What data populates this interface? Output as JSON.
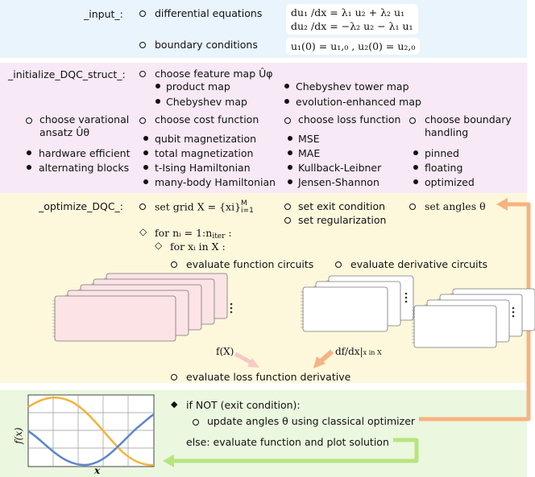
{
  "input": {
    "title": "_input_:",
    "items": [
      "differential equations",
      "boundary conditions"
    ],
    "eq1": "du₁ /dx = λ₁ u₂ + λ₂ u₁",
    "eq2": "du₂ /dx = −λ₂ u₂ − λ₁ u₁",
    "bc": "u₁(0) = u₁,₀ ,   u₂(0) = u₂,₀"
  },
  "init": {
    "title": "_initialize_DQC_struct_:",
    "feature_map": "choose feature map Ûφ",
    "feature_items": [
      "product map",
      "Chebyshev map",
      "Chebyshev tower map",
      "evolution-enhanced map"
    ],
    "ansatz_line1": "choose varational",
    "ansatz_line2": "ansatz Ûθ",
    "ansatz_items": [
      "hardware efficient",
      "alternating blocks"
    ],
    "cost": "choose cost function",
    "cost_items": [
      "qubit magnetization",
      "total magnetization",
      "t-Ising Hamiltonian",
      "many-body Hamiltonian"
    ],
    "loss": "choose loss function",
    "loss_items": [
      "MSE",
      "MAE",
      "Kullback-Leibner",
      "Jensen-Shannon"
    ],
    "boundary_line1": "choose boundary",
    "boundary_line2": "handling",
    "boundary_items": [
      "pinned",
      "floating",
      "optimized"
    ]
  },
  "opt": {
    "title": "_optimize_DQC_:",
    "grid": "set grid  X = {xi}",
    "grid_sup": "M",
    "grid_sub": "i=1",
    "exit": "set exit condition",
    "reg": "set regularization",
    "angles": "set angles  θ",
    "for1": "for  nᵢ = 1:n",
    "for1_sub": "iter",
    "for1_end": " :",
    "for2": "for  xᵢ in X :",
    "eval_func": "evaluate function circuits",
    "eval_deriv": "evaluate derivative circuits",
    "fx": "f(X)",
    "dfdx": "df/dx|",
    "dfdx_sub": "x in X",
    "eval_loss": "evaluate loss function derivative"
  },
  "out": {
    "if_line": "if NOT (exit condition):",
    "update": "update angles  θ  using classical optimizer",
    "else_line": "else:  evaluate function and plot solution",
    "plot_ylabel": "f(x)",
    "plot_xlabel": "x"
  },
  "colors": {
    "input_bg": "#e9f4fc",
    "init_bg": "#f7e9f5",
    "opt_bg": "#fdf8dc",
    "out_bg": "#ebf7df",
    "orange_arrow": "#f6b382",
    "green_arrow": "#b7e57e",
    "func_card": "#fbe3e6",
    "deriv_card": "#ffffff",
    "curve_orange": "#f5b338",
    "curve_blue": "#5b86cc"
  }
}
